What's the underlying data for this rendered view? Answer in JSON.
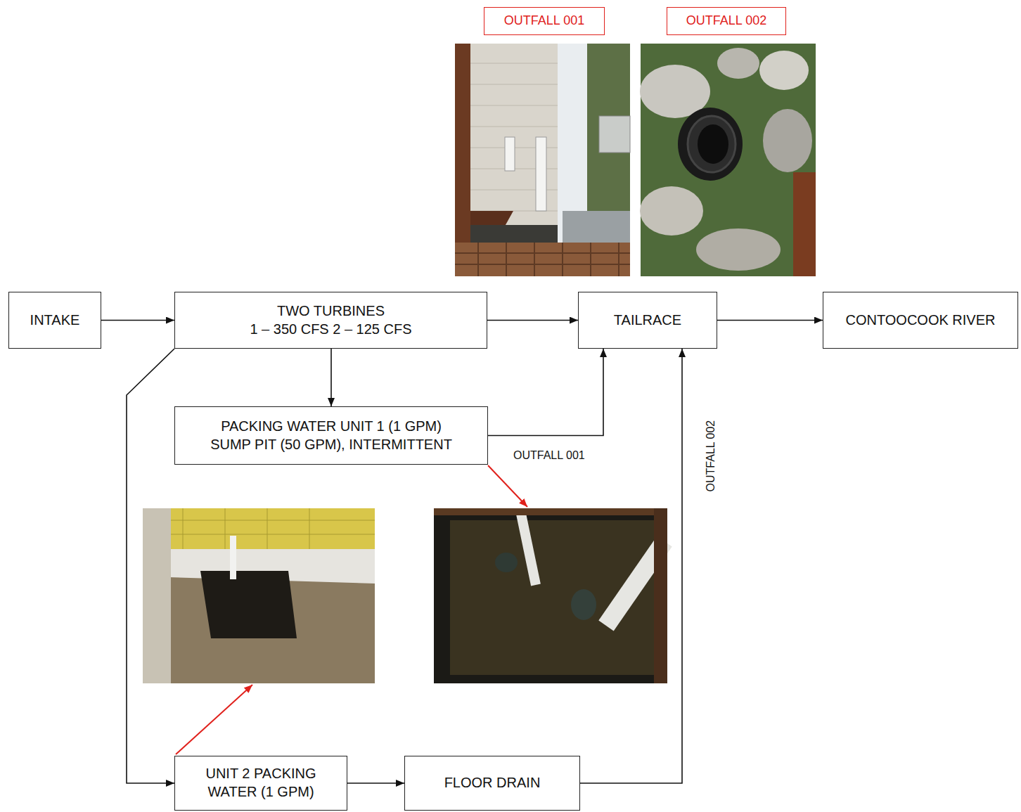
{
  "diagram": {
    "nodes": [
      {
        "text": [
          "OUTFALL 001"
        ]
      },
      {
        "text": [
          "OUTFALL 002"
        ]
      },
      {
        "text": [
          "INTAKE"
        ]
      },
      {
        "text": [
          "TWO TURBINES",
          "1 – 350 CFS 2 – 125 CFS"
        ]
      },
      {
        "text": [
          "TAILRACE"
        ]
      },
      {
        "text": [
          "CONTOOCOOK RIVER"
        ]
      },
      {
        "text": [
          "PACKING WATER UNIT 1 (1 GPM) SUMP PIT (50 GPM), INTERMITTENT"
        ]
      },
      {
        "text": [
          "UNIT 2 PACKING WATER (1 GPM)"
        ]
      },
      {
        "text": [
          "FLOOR DRAIN"
        ]
      }
    ],
    "edges": [
      {
        "from": 2,
        "to": 3,
        "arrow": "to"
      },
      {
        "from": 3,
        "to": 4,
        "arrow": "to"
      },
      {
        "from": 4,
        "to": 5,
        "arrow": "to"
      },
      {
        "from": 3,
        "to": 6,
        "arrow": "to"
      },
      {
        "from": 6,
        "to": 4,
        "label": "OUTFALL 001",
        "arrow": "to"
      },
      {
        "from": 3,
        "to": 7,
        "arrow": "to"
      },
      {
        "from": 7,
        "to": 8,
        "arrow": "to"
      },
      {
        "from": 8,
        "to": 4,
        "label": "OUTFALL 002",
        "arrow": "to"
      }
    ]
  }
}
